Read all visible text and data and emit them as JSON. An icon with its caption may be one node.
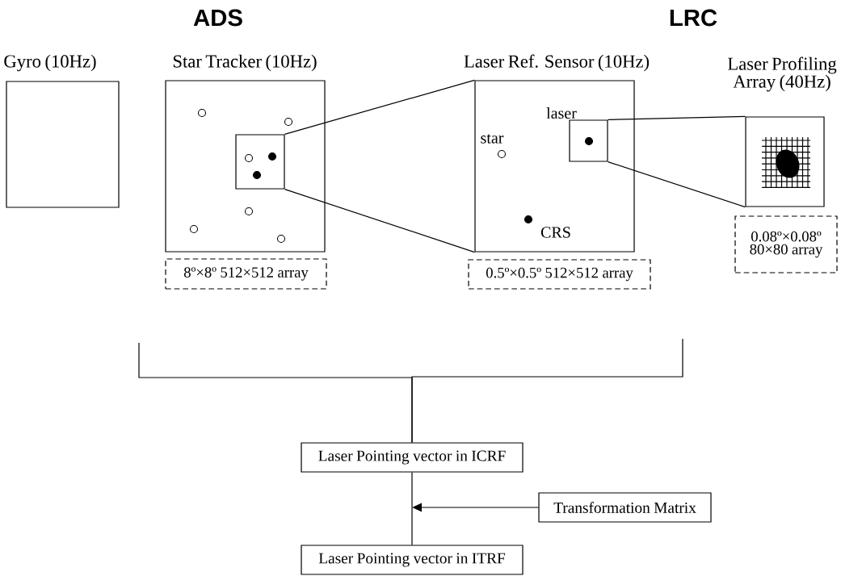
{
  "diagram": {
    "nodes": [
      {
        "text": [
          "Gyro (10Hz)"
        ]
      },
      {
        "text": [
          "Star Tracker (10Hz)"
        ]
      },
      {
        "text": [],
        "shape": "box",
        "in": 1
      },
      {
        "text": [
          "Laser Ref. Sensor (10Hz)",
          "star",
          "laser",
          "CRS"
        ]
      },
      {
        "text": [],
        "shape": "box",
        "in": 3
      },
      {
        "text": [
          "Laser Profiling Array (40Hz)"
        ]
      },
      {
        "text": [
          "8º×8º   512×512 array"
        ]
      },
      {
        "text": [
          "0.5º×0.5º  512×512 array"
        ]
      },
      {
        "text": [
          "0.08º×0.08º 80×80 array"
        ]
      },
      {
        "text": [
          "Laser Pointing vector in ICRF"
        ]
      },
      {
        "text": [
          "Transformation Matrix"
        ]
      },
      {
        "text": [
          "Laser Pointing vector in ITRF"
        ]
      }
    ],
    "edges": [
      {
        "from": 2,
        "to": 3,
        "arrow": "none"
      },
      {
        "from": 2,
        "to": 3,
        "arrow": "none"
      },
      {
        "from": 4,
        "to": 5,
        "arrow": "none"
      },
      {
        "from": 4,
        "to": 5,
        "arrow": "none"
      },
      {
        "from": null,
        "to": 9,
        "arrow": "none"
      },
      {
        "from": null,
        "to": 9,
        "arrow": "none"
      },
      {
        "from": 9,
        "to": 11,
        "arrow": "none"
      },
      {
        "from": 10,
        "to": null,
        "arrow": "to"
      }
    ],
    "labels": [
      "ADS",
      "LRC"
    ]
  }
}
